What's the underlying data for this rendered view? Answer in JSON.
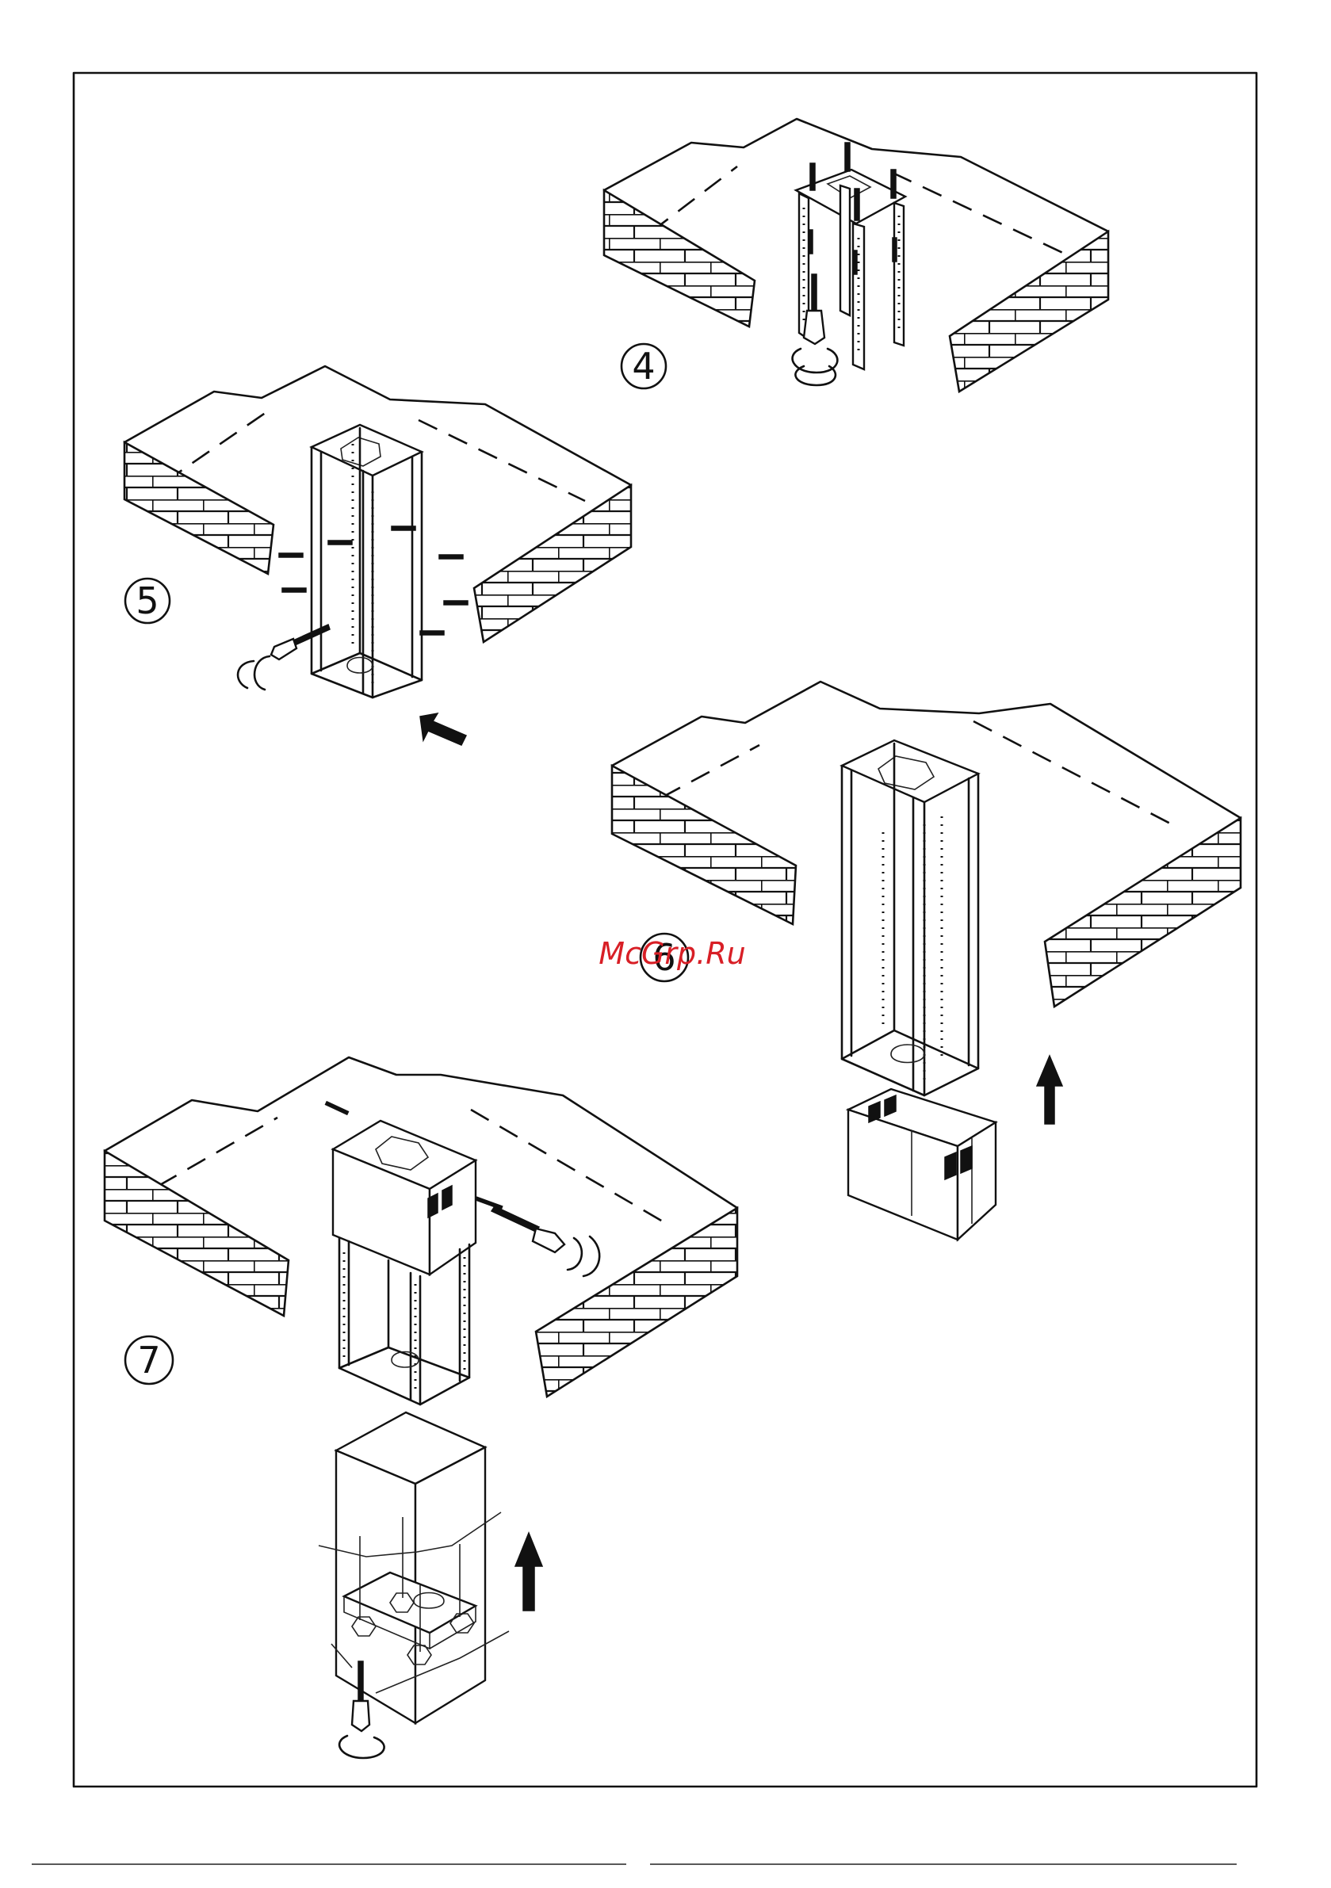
{
  "steps": [
    {
      "id": "step-4",
      "number": "4"
    },
    {
      "id": "step-5",
      "number": "5"
    },
    {
      "id": "step-6",
      "number": "6"
    },
    {
      "id": "step-7",
      "number": "7"
    }
  ],
  "watermark": "McGrp.Ru",
  "colors": {
    "line": "#111111",
    "watermark": "#d81f26",
    "background": "#ffffff"
  }
}
